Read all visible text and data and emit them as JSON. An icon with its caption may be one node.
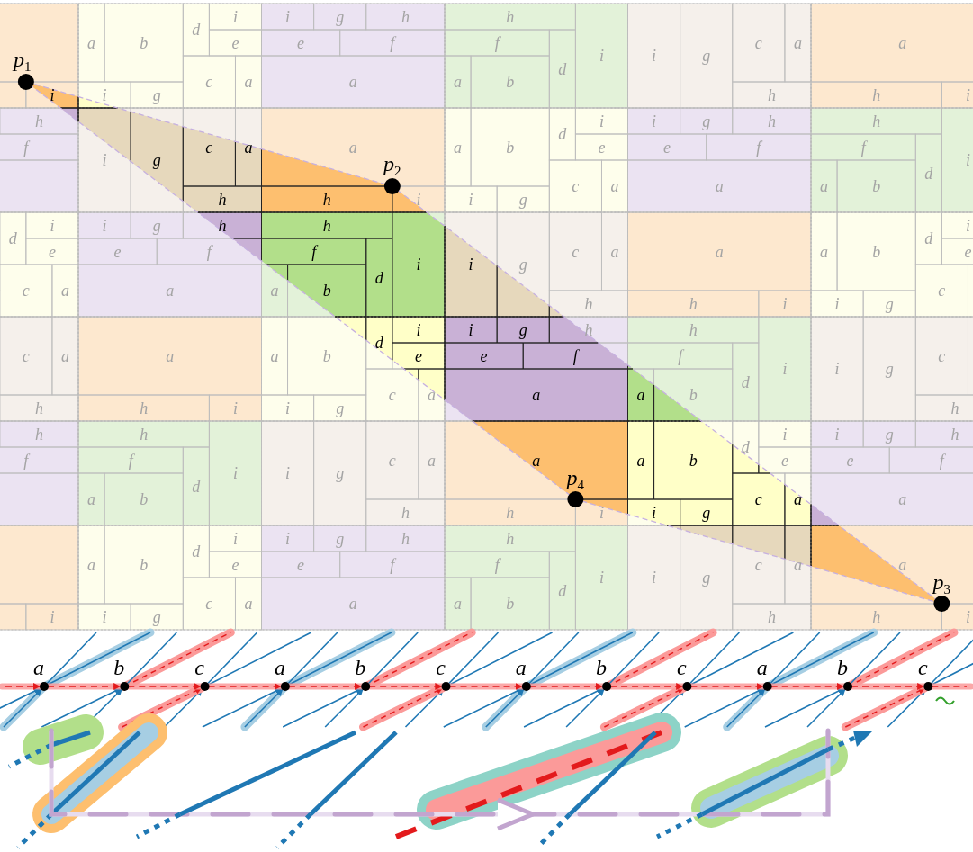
{
  "diagram": {
    "labels": [
      "i",
      "a",
      "b",
      "i",
      "g",
      "d",
      "i",
      "e",
      "c",
      "a",
      "i",
      "g",
      "h",
      "e",
      "f",
      "a",
      "h",
      "f",
      "a",
      "b",
      "d",
      "i",
      "i",
      "g",
      "c",
      "a",
      "h",
      "a",
      "h",
      "i",
      "h",
      "f",
      "i",
      "g",
      "c",
      "a",
      "h",
      "a",
      "h",
      "i",
      "a",
      "b",
      "i",
      "g",
      "d",
      "i",
      "e",
      "c",
      "a",
      "i",
      "g",
      "h",
      "e",
      "f",
      "a",
      "h",
      "f",
      "a",
      "b",
      "d",
      "i",
      "d",
      "i",
      "e",
      "c",
      "a",
      "i",
      "g",
      "h",
      "e",
      "f",
      "a",
      "h",
      "f",
      "a",
      "b",
      "d",
      "i",
      "i",
      "g",
      "c",
      "a",
      "h",
      "a",
      "h",
      "i",
      "a",
      "b",
      "i",
      "g",
      "d",
      "i",
      "e",
      "c",
      "c",
      "a",
      "h",
      "a",
      "h",
      "i",
      "a",
      "b",
      "i",
      "g",
      "d",
      "i",
      "e",
      "c",
      "a",
      "i",
      "g",
      "h",
      "e",
      "f",
      "a",
      "h",
      "f",
      "a",
      "b",
      "d",
      "i",
      "i",
      "g",
      "c",
      "h",
      "h",
      "f",
      "h",
      "f",
      "a",
      "b",
      "d",
      "i",
      "i",
      "g",
      "c",
      "a",
      "h",
      "a",
      "h",
      "i",
      "a",
      "b",
      "i",
      "g",
      "d",
      "i",
      "e",
      "c",
      "a",
      "i",
      "g",
      "h",
      "e",
      "f",
      "a",
      "i",
      "a",
      "b",
      "i",
      "g",
      "d",
      "i",
      "e",
      "c",
      "a",
      "i",
      "g",
      "h",
      "e",
      "f",
      "a",
      "h",
      "f",
      "a",
      "b",
      "d",
      "i",
      "i",
      "g",
      "c",
      "a",
      "h",
      "a",
      "h",
      "i",
      "p$_{1}$",
      "p$_{2}$",
      "p$_{4}$",
      "p$_{3}$",
      "a",
      "b",
      "c",
      "a",
      "b",
      "c",
      "a",
      "b",
      "c",
      "a",
      "b",
      "c"
    ]
  }
}
